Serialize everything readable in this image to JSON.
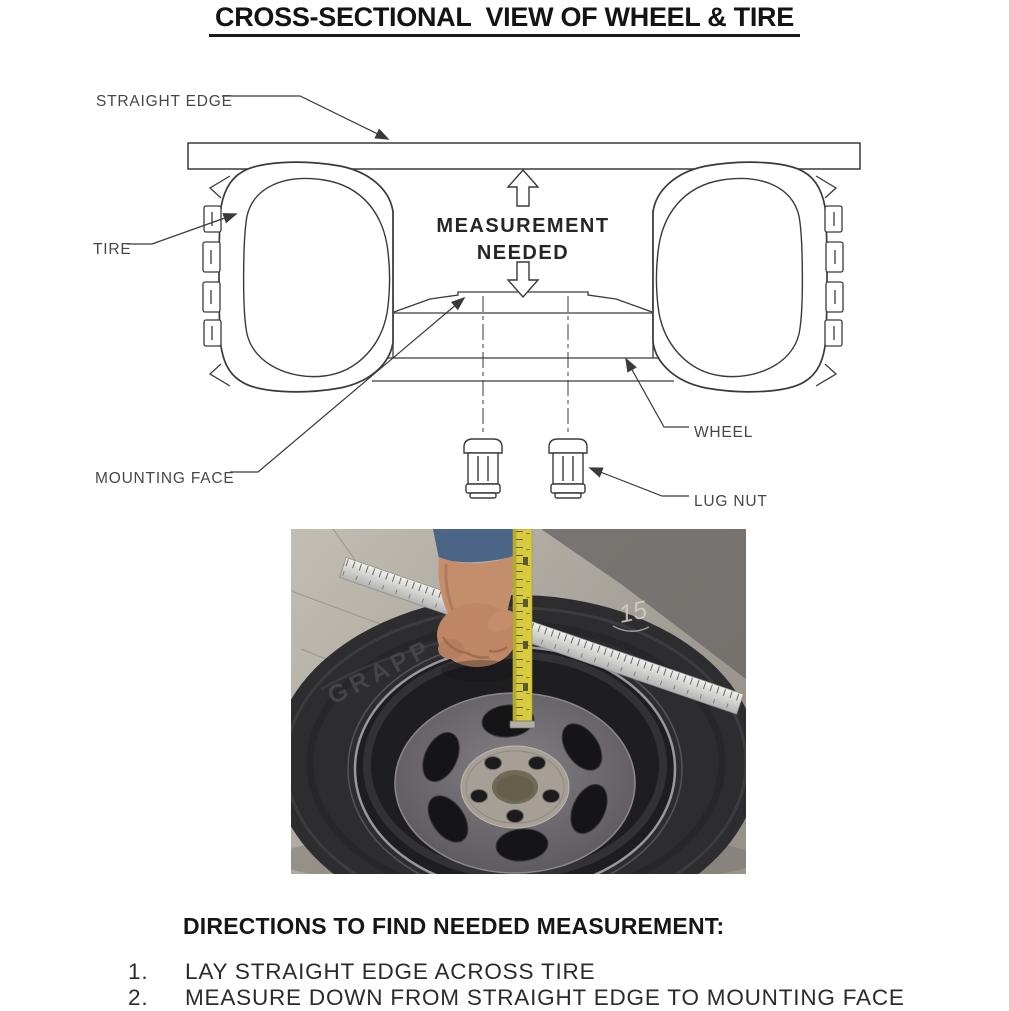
{
  "title": "CROSS-SECTIONAL  VIEW OF WHEEL & TIRE",
  "diagram": {
    "labels": {
      "straight_edge": "STRAIGHT EDGE",
      "tire": "TIRE",
      "measurement_needed_line1": "MEASUREMENT",
      "measurement_needed_line2": "NEEDED",
      "wheel": "WHEEL",
      "mounting_face": "MOUNTING FACE",
      "lug_nut": "LUG NUT"
    }
  },
  "photo": {
    "sidewall_text": "GRAPP",
    "chalk_mark": "15",
    "colors": {
      "tape_yellow": "#d9cb3e",
      "ruler_silver": "#dcdcda",
      "tire_black": "#2d2d30",
      "floor_gray": "#b5b0a7"
    }
  },
  "directions": {
    "heading": "DIRECTIONS TO FIND NEEDED MEASUREMENT:",
    "steps": [
      {
        "num": "1.",
        "text": "LAY STRAIGHT EDGE ACROSS TIRE"
      },
      {
        "num": "2.",
        "text": "MEASURE DOWN FROM STRAIGHT EDGE TO MOUNTING FACE"
      }
    ]
  }
}
